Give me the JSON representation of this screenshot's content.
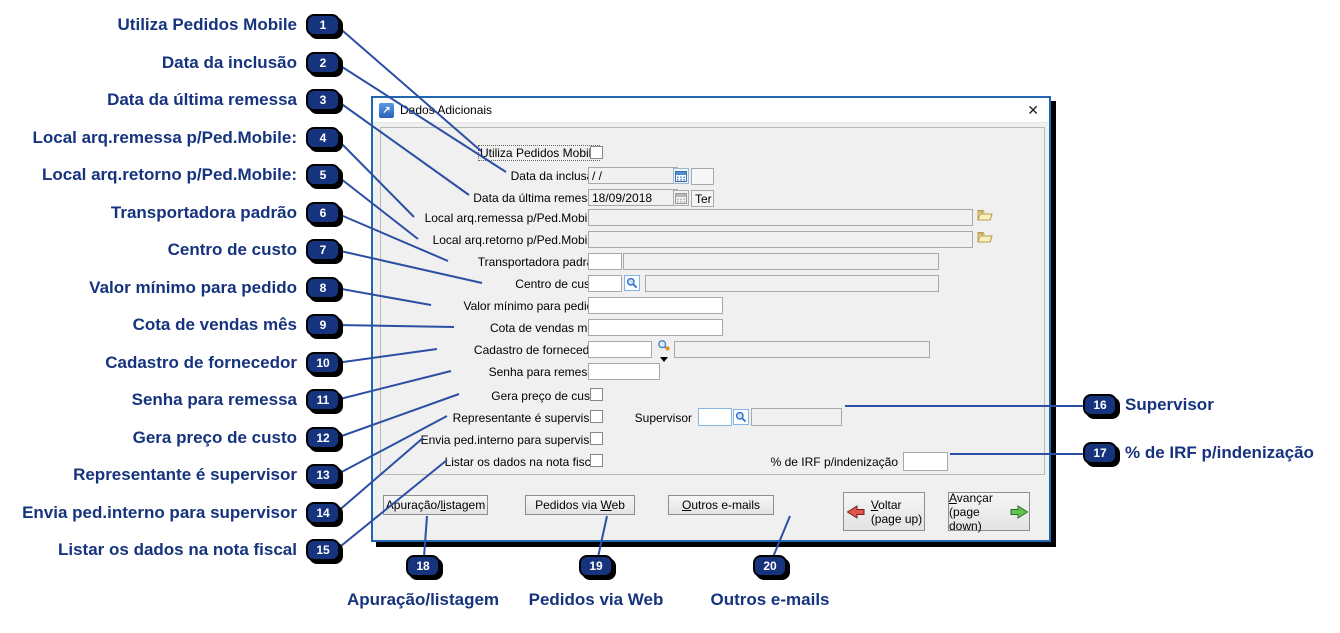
{
  "annotations": {
    "left": [
      {
        "n": "1",
        "label": "Utiliza Pedidos Mobile"
      },
      {
        "n": "2",
        "label": "Data da inclusão"
      },
      {
        "n": "3",
        "label": "Data da última remessa"
      },
      {
        "n": "4",
        "label": "Local arq.remessa p/Ped.Mobile:"
      },
      {
        "n": "5",
        "label": "Local arq.retorno p/Ped.Mobile:"
      },
      {
        "n": "6",
        "label": "Transportadora padrão"
      },
      {
        "n": "7",
        "label": "Centro de custo"
      },
      {
        "n": "8",
        "label": "Valor mínimo para pedido"
      },
      {
        "n": "9",
        "label": "Cota de vendas mês"
      },
      {
        "n": "10",
        "label": "Cadastro de fornecedor"
      },
      {
        "n": "11",
        "label": "Senha para remessa"
      },
      {
        "n": "12",
        "label": "Gera preço de custo"
      },
      {
        "n": "13",
        "label": "Representante é supervisor"
      },
      {
        "n": "14",
        "label": "Envia ped.interno para supervisor"
      },
      {
        "n": "15",
        "label": "Listar os dados na nota fiscal"
      }
    ],
    "right": [
      {
        "n": "16",
        "label": "Supervisor"
      },
      {
        "n": "17",
        "label": "% de IRF p/indenização"
      }
    ],
    "bottom": [
      {
        "n": "18",
        "label": "Apuração/listagem"
      },
      {
        "n": "19",
        "label": "Pedidos via Web"
      },
      {
        "n": "20",
        "label": "Outros e-mails"
      }
    ]
  },
  "dialog": {
    "title": "Dados Adicionais",
    "close": "✕",
    "fields": {
      "utiliza_mobile": {
        "label": "Utiliza Pedidos Mobile"
      },
      "data_inclusao": {
        "label": "Data da inclusão",
        "value": "/ /"
      },
      "data_ultima_remessa": {
        "label": "Data da última remessa",
        "value": "18/09/2018",
        "weekday": "Ter"
      },
      "local_remessa": {
        "label": "Local arq.remessa p/Ped.Mobile:",
        "value": ""
      },
      "local_retorno": {
        "label": "Local arq.retorno p/Ped.Mobile:",
        "value": ""
      },
      "transportadora": {
        "label": "Transportadora padrão",
        "code": "",
        "name": ""
      },
      "centro_custo": {
        "label": "Centro de custo",
        "code": "",
        "name": ""
      },
      "valor_minimo": {
        "label": "Valor mínimo para pedido",
        "value": ""
      },
      "cota_vendas": {
        "label": "Cota de vendas mês",
        "value": ""
      },
      "cadastro_fornecedor": {
        "label": "Cadastro de fornecedor",
        "code": "",
        "name": ""
      },
      "senha_remessa": {
        "label": "Senha para remessa",
        "value": ""
      },
      "gera_preco": {
        "label": "Gera preço de custo"
      },
      "representante_supervisor": {
        "label": "Representante é supervisor"
      },
      "supervisor": {
        "label": "Supervisor",
        "code": "",
        "name": ""
      },
      "envia_ped_interno": {
        "label": "Envia ped.interno para supervisor"
      },
      "listar_dados_nf": {
        "label": "Listar os dados na nota fiscal"
      },
      "irf": {
        "label": "% de IRF p/indenização",
        "value": ""
      }
    },
    "buttons": {
      "apuracao": {
        "pre": "Apuração/",
        "u": "li",
        "post": "stagem"
      },
      "pedidos_web": {
        "pre": "Pedidos via ",
        "u": "W",
        "post": "eb"
      },
      "outros_emails": {
        "pre": "",
        "u": "O",
        "post": "utros e-mails"
      },
      "voltar": {
        "pre": "",
        "u": "V",
        "post": "oltar",
        "sub": "(page up)"
      },
      "avancar": {
        "pre": "",
        "u": "A",
        "post": "vançar",
        "sub": "(page down)"
      }
    },
    "icons": {
      "app": "↗"
    }
  },
  "colors": {
    "badge_navy": "#16337e",
    "annotation_text": "#16337e",
    "connector_blue": "#2b4fa3",
    "window_border": "#2066b0",
    "dialog_bg": "#f0f0f0",
    "voltar_arrow": "#e0544a",
    "avancar_arrow": "#63c551"
  }
}
